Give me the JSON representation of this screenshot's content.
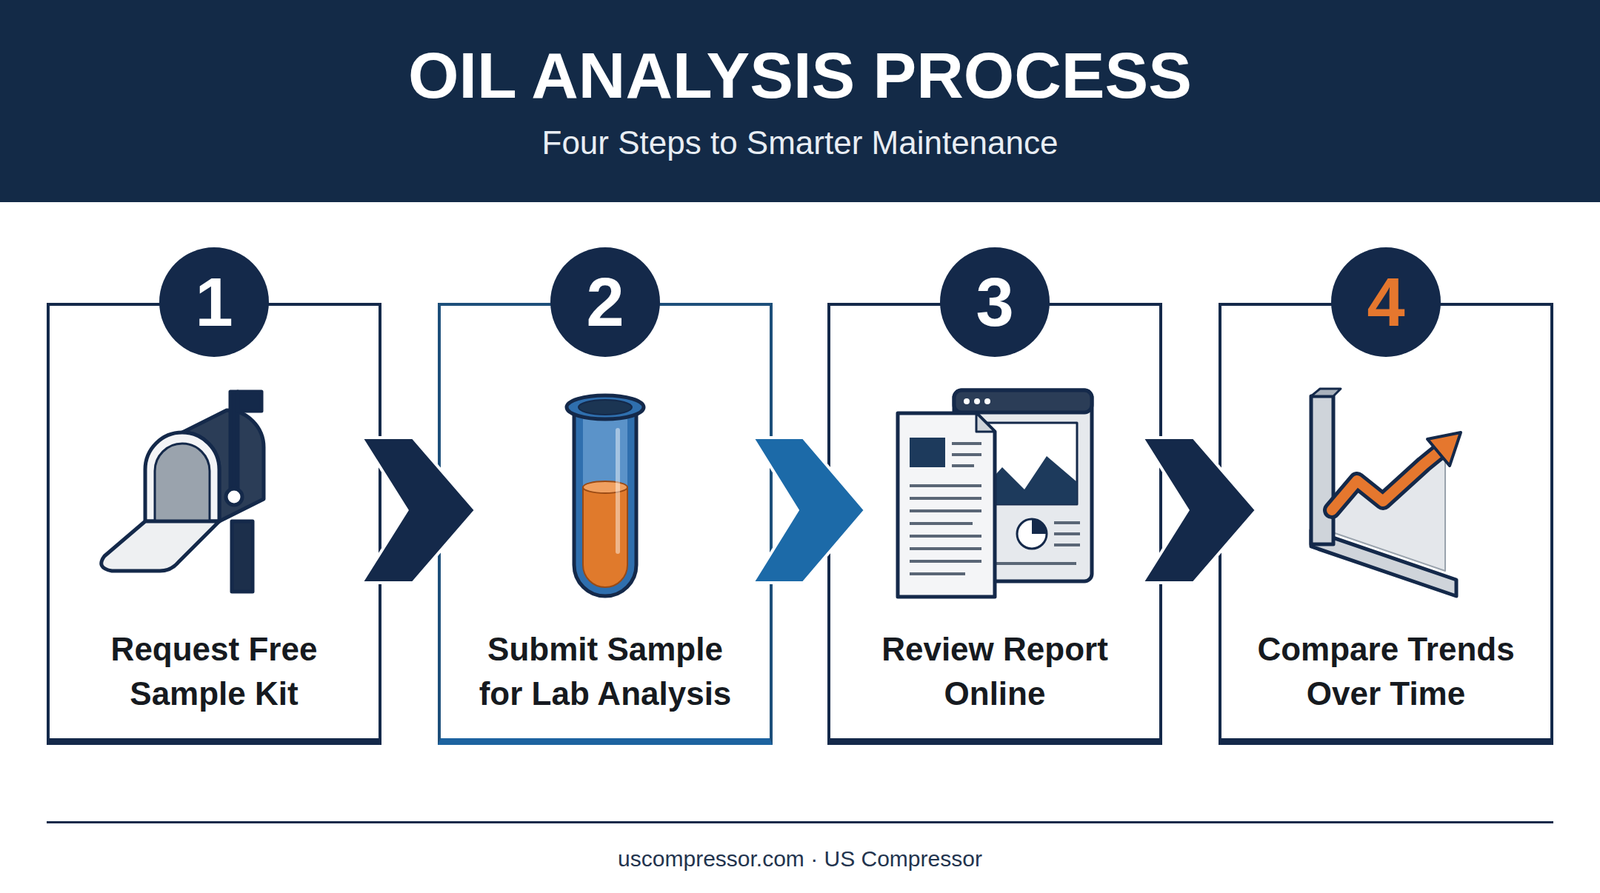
{
  "diagram": {
    "title": "OIL ANALYSIS PROCESS",
    "caption": "uscompressor.com · US Compressor",
    "nodes": [
      {
        "text": [
          "1",
          "Request Free Sample Kit"
        ]
      },
      {
        "text": [
          "2",
          "Submit Sample for Lab Analysis"
        ]
      },
      {
        "text": [
          "3",
          "Review Report Online"
        ]
      },
      {
        "text": [
          "4",
          "Compare Trends Over Time"
        ]
      }
    ],
    "edges": [
      {
        "from": 0,
        "to": 1,
        "arrow": "to"
      },
      {
        "from": 1,
        "to": 2,
        "arrow": "to"
      },
      {
        "from": 2,
        "to": 3,
        "arrow": "to"
      }
    ],
    "labels": [
      "Four Steps to Smarter Maintenance"
    ]
  }
}
